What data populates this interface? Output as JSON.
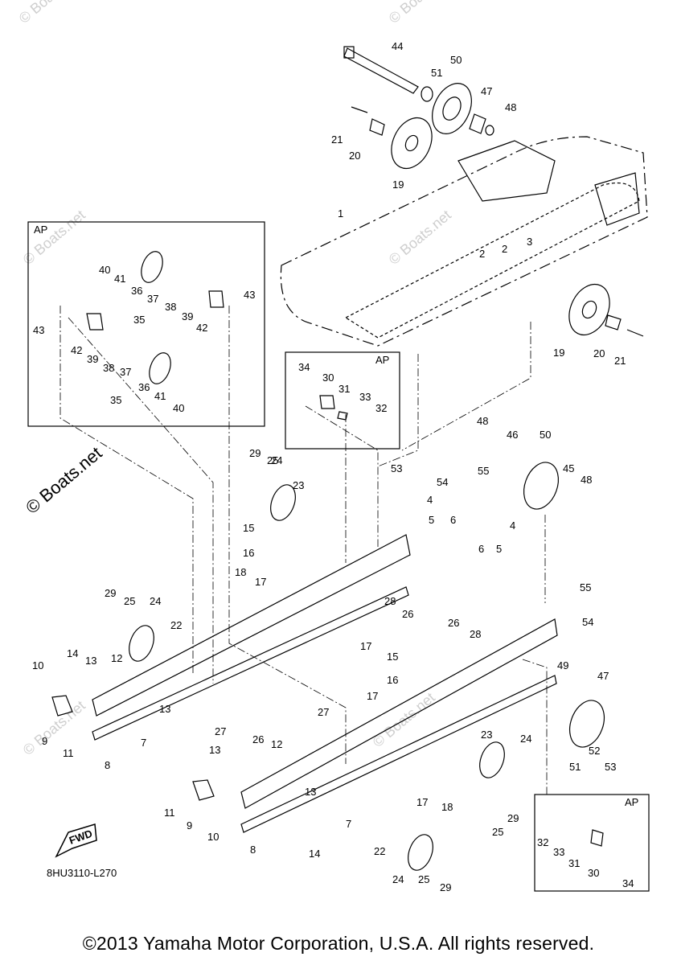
{
  "diagram_code": "8HU3110-L270",
  "fwd_label": "FWD",
  "ap_label": "AP",
  "watermark": "© Boats.net",
  "footer": "©2013 Yamaha Motor Corporation, U.S.A. All rights reserved.",
  "callouts": [
    "1",
    "2",
    "2",
    "3",
    "4",
    "4",
    "5",
    "5",
    "6",
    "6",
    "7",
    "7",
    "8",
    "8",
    "9",
    "9",
    "10",
    "10",
    "11",
    "11",
    "12",
    "12",
    "13",
    "13",
    "13",
    "13",
    "14",
    "14",
    "15",
    "15",
    "16",
    "16",
    "17",
    "17",
    "17",
    "17",
    "18",
    "18",
    "19",
    "19",
    "20",
    "20",
    "21",
    "21",
    "22",
    "22",
    "23",
    "23",
    "24",
    "24",
    "24",
    "24",
    "25",
    "25",
    "25",
    "25",
    "26",
    "26",
    "26",
    "27",
    "27",
    "28",
    "28",
    "29",
    "29",
    "29",
    "29",
    "30",
    "30",
    "31",
    "31",
    "32",
    "32",
    "33",
    "33",
    "34",
    "34",
    "35",
    "35",
    "36",
    "36",
    "37",
    "37",
    "38",
    "38",
    "39",
    "39",
    "40",
    "40",
    "41",
    "41",
    "42",
    "42",
    "43",
    "43",
    "44",
    "45",
    "46",
    "47",
    "47",
    "48",
    "48",
    "48",
    "49",
    "50",
    "50",
    "51",
    "51",
    "52",
    "53",
    "53",
    "54",
    "54",
    "55",
    "55"
  ]
}
